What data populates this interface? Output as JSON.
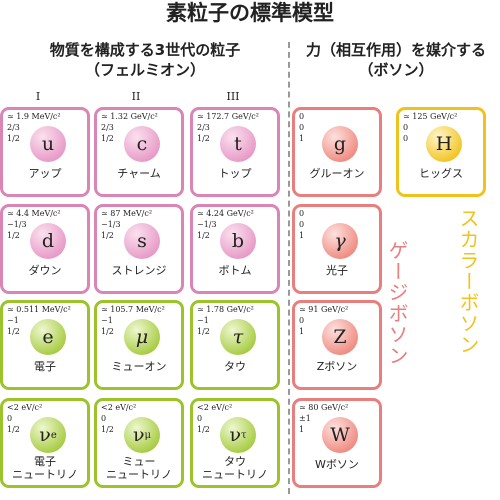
{
  "title": "素粒子の標準模型",
  "headers": {
    "fermion_line1": "物質を構成する3世代の粒子",
    "fermion_line2": "（フェルミオン）",
    "boson_line1": "力（相互作用）を媒介する",
    "boson_line2": "（ボソン）"
  },
  "generations": [
    "I",
    "II",
    "III"
  ],
  "side_labels": {
    "gauge": "ゲージボソン",
    "scalar": "スカラーボソン"
  },
  "colors": {
    "quark": "#d985b6",
    "lepton": "#9cc32a",
    "gauge": "#e87e7e",
    "scalar": "#f0c31c"
  },
  "particles": {
    "u": {
      "mass": "≃ 1.9 MeV/c²",
      "charge": "2/3",
      "spin": "1/2",
      "symbol": "u",
      "name": "アップ"
    },
    "c": {
      "mass": "≃ 1.32 GeV/c²",
      "charge": "2/3",
      "spin": "1/2",
      "symbol": "c",
      "name": "チャーム"
    },
    "t": {
      "mass": "≃ 172.7 GeV/c²",
      "charge": "2/3",
      "spin": "1/2",
      "symbol": "t",
      "name": "トップ"
    },
    "d": {
      "mass": "≃ 4.4 MeV/c²",
      "charge": "−1/3",
      "spin": "1/2",
      "symbol": "d",
      "name": "ダウン"
    },
    "s": {
      "mass": "≃ 87 MeV/c²",
      "charge": "−1/3",
      "spin": "1/2",
      "symbol": "s",
      "name": "ストレンジ"
    },
    "b": {
      "mass": "≃ 4.24 GeV/c²",
      "charge": "−1/3",
      "spin": "1/2",
      "symbol": "b",
      "name": "ボトム"
    },
    "e": {
      "mass": "≃ 0.511 MeV/c²",
      "charge": "−1",
      "spin": "1/2",
      "symbol": "e",
      "name": "電子"
    },
    "mu": {
      "mass": "≃ 105.7 MeV/c²",
      "charge": "−1",
      "spin": "1/2",
      "symbol": "μ",
      "name": "ミューオン"
    },
    "tau": {
      "mass": "≃ 1.78 GeV/c²",
      "charge": "−1",
      "spin": "1/2",
      "symbol": "τ",
      "name": "タウ"
    },
    "nue": {
      "mass": "<2 eV/c²",
      "charge": "0",
      "spin": "1/2",
      "symbol": "ν",
      "sub": "e",
      "name1": "電子",
      "name2": "ニュートリノ"
    },
    "numu": {
      "mass": "<2 eV/c²",
      "charge": "0",
      "spin": "1/2",
      "symbol": "ν",
      "sub": "μ",
      "name1": "ミュー",
      "name2": "ニュートリノ"
    },
    "nutau": {
      "mass": "<2 eV/c²",
      "charge": "0",
      "spin": "1/2",
      "symbol": "ν",
      "sub": "τ",
      "name1": "タウ",
      "name2": "ニュートリノ"
    },
    "g": {
      "mass": "0",
      "charge": "0",
      "spin": "1",
      "symbol": "g",
      "name": "グルーオン"
    },
    "gamma": {
      "mass": "0",
      "charge": "0",
      "spin": "1",
      "symbol": "γ",
      "name": "光子"
    },
    "Z": {
      "mass": "≃ 91 GeV/c²",
      "charge": "0",
      "spin": "1",
      "symbol": "Z",
      "name": "Zボソン"
    },
    "W": {
      "mass": "≃ 80 GeV/c²",
      "charge": "±1",
      "spin": "1",
      "symbol": "W",
      "name": "Wボソン"
    },
    "H": {
      "mass": "≃ 125 GeV/c²",
      "charge": "0",
      "spin": "0",
      "symbol": "H",
      "name": "ヒッグス"
    }
  }
}
